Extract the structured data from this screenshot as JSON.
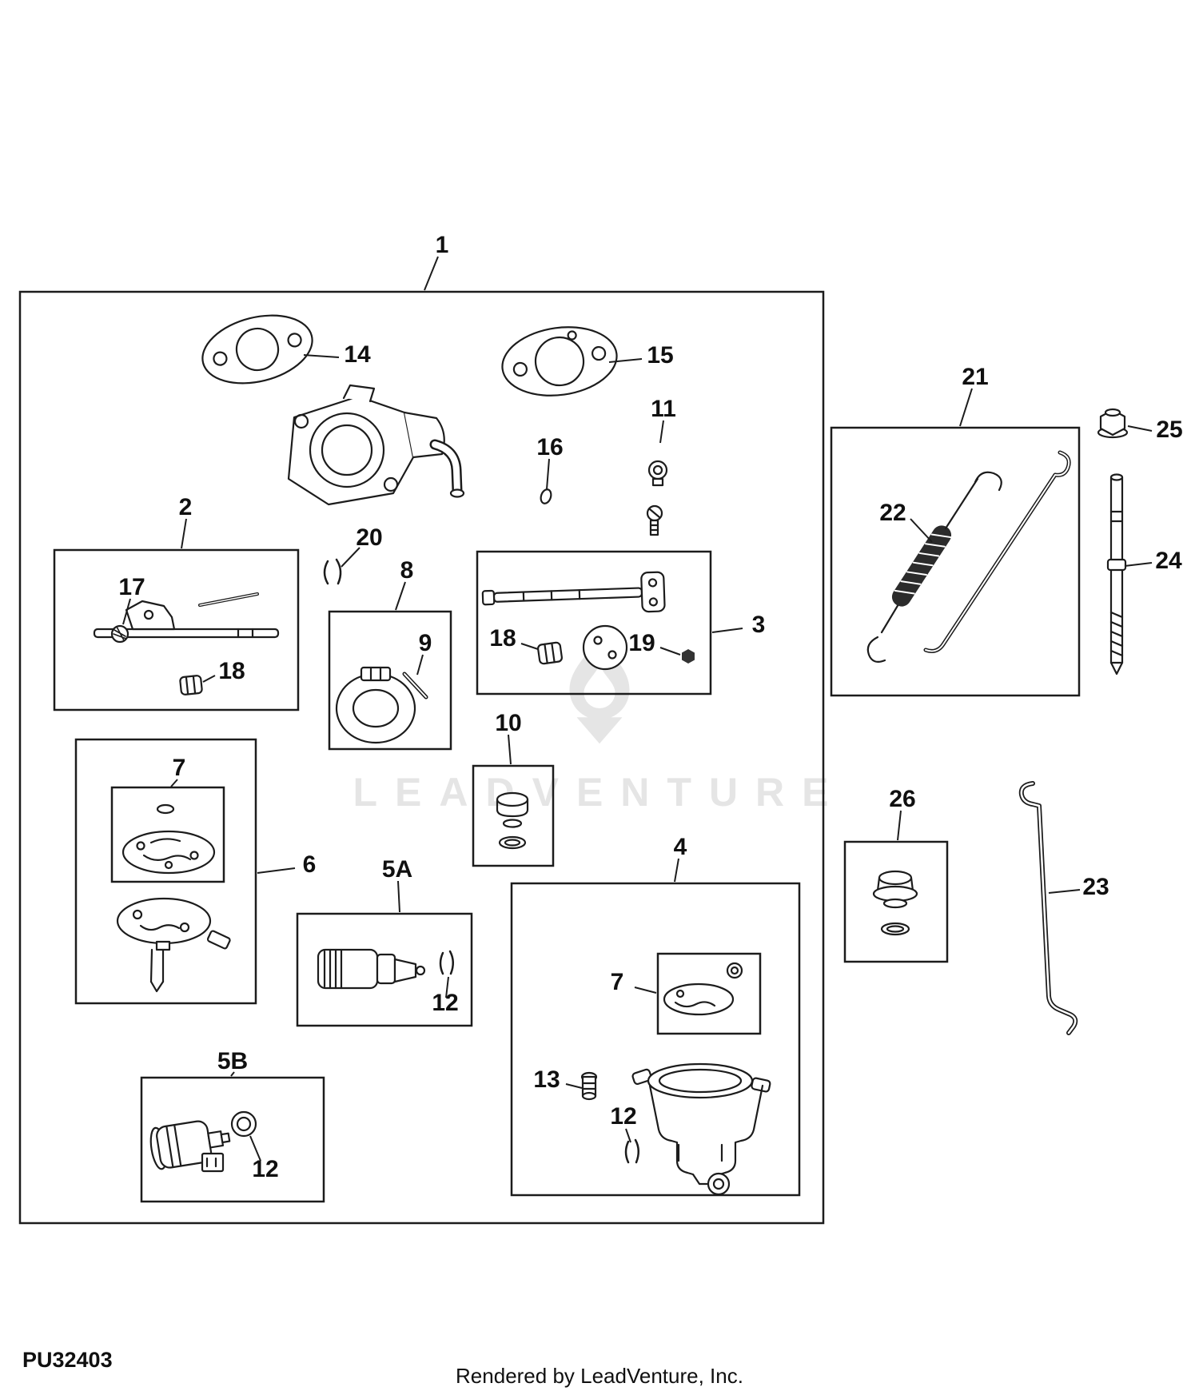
{
  "page": {
    "code": "PU32403",
    "credit": "Rendered by LeadVenture, Inc.",
    "watermark_text": "LEADVENTURE",
    "background_color": "#ffffff",
    "line_color": "#1c1c1c",
    "callout_color": "#101010",
    "watermark_color": "#e5e5e5"
  },
  "callouts": [
    {
      "label": "1"
    },
    {
      "label": "14"
    },
    {
      "label": "15"
    },
    {
      "label": "11"
    },
    {
      "label": "16"
    },
    {
      "label": "21"
    },
    {
      "label": "25"
    },
    {
      "label": "2"
    },
    {
      "label": "20"
    },
    {
      "label": "8"
    },
    {
      "label": "22"
    },
    {
      "label": "24"
    },
    {
      "label": "17"
    },
    {
      "label": "9"
    },
    {
      "label": "18"
    },
    {
      "label": "19"
    },
    {
      "label": "3"
    },
    {
      "label": "18"
    },
    {
      "label": "10"
    },
    {
      "label": "7"
    },
    {
      "label": "26"
    },
    {
      "label": "6"
    },
    {
      "label": "5A"
    },
    {
      "label": "23"
    },
    {
      "label": "4"
    },
    {
      "label": "7"
    },
    {
      "label": "12"
    },
    {
      "label": "5B"
    },
    {
      "label": "13"
    },
    {
      "label": "12"
    },
    {
      "label": "12"
    }
  ]
}
